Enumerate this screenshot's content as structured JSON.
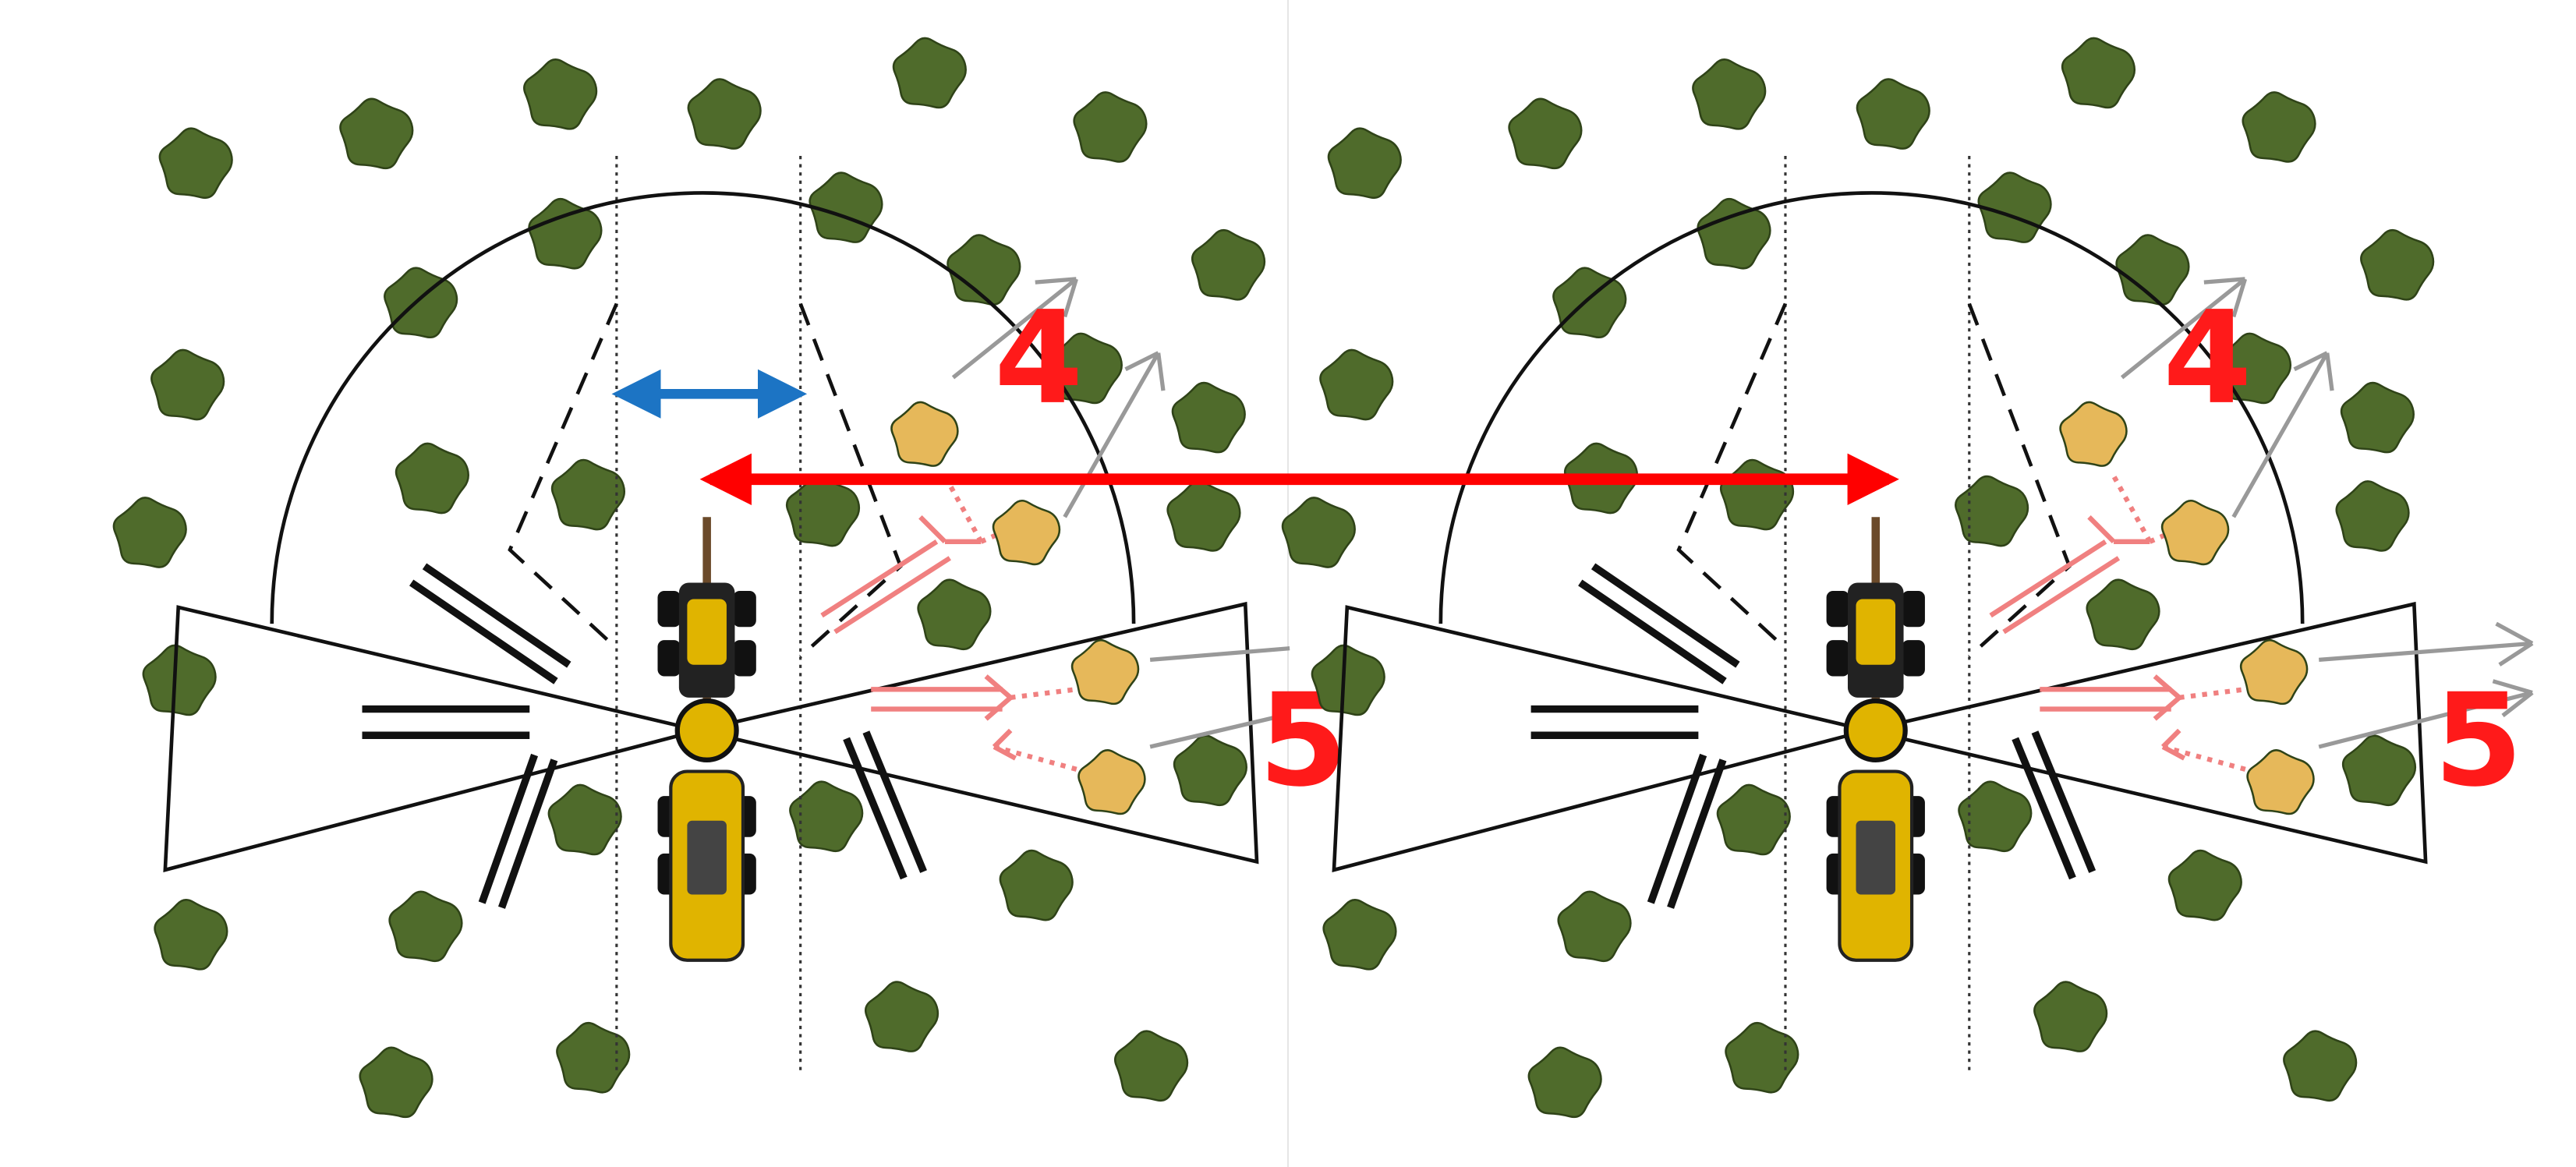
{
  "panels": [
    {
      "label_4": "4",
      "label_5": "5"
    },
    {
      "label_4": "4",
      "label_5": "5"
    }
  ],
  "colors": {
    "tree": "#4f6b2b",
    "felled_tree": "#e6b85a",
    "blue_arrow": "#1c74c4",
    "red_arrow": "#ff0000",
    "salmon": "#f08080",
    "gray_arrow": "#9a9a9a",
    "machine_body": "#e0b400"
  },
  "icons": [
    "tree-icon",
    "felled-tree-icon",
    "forest-machine-icon"
  ]
}
